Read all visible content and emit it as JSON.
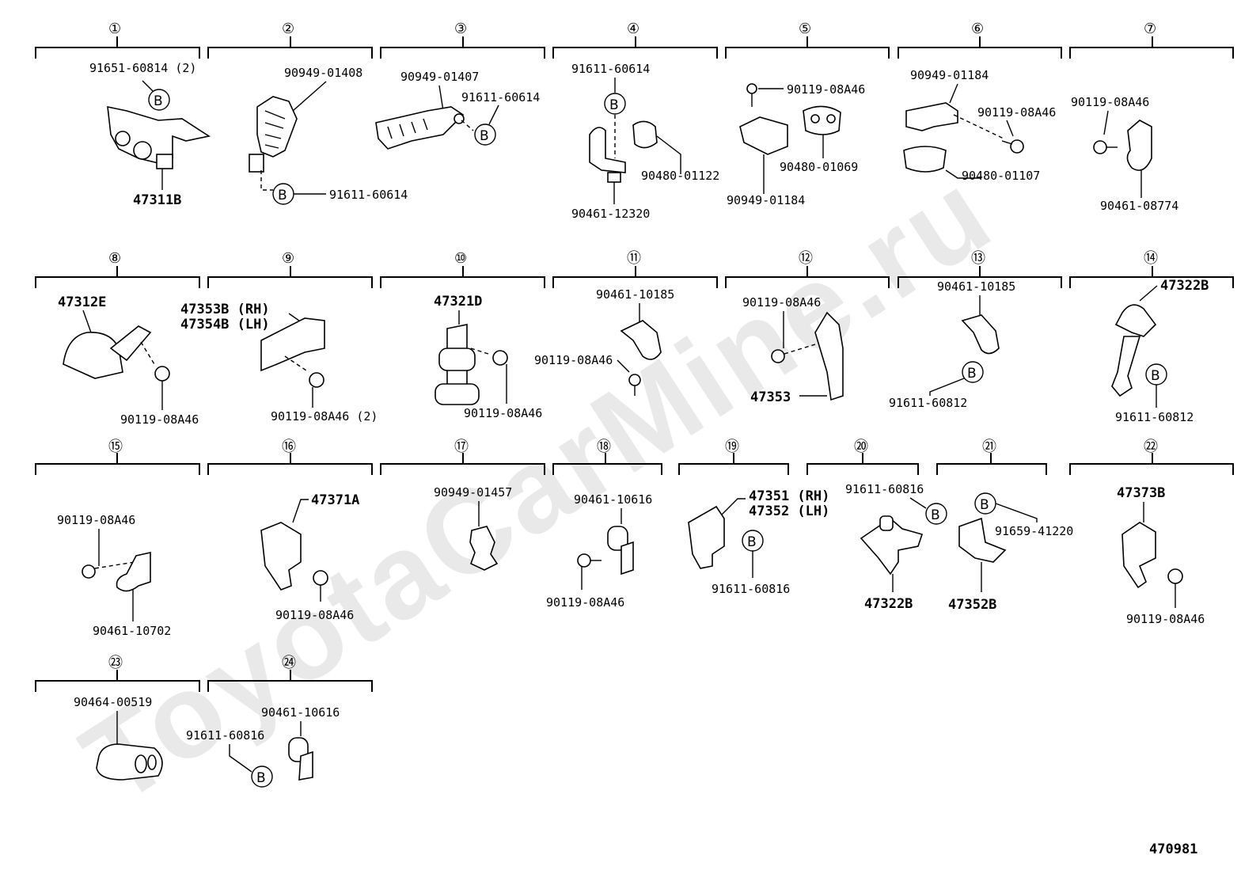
{
  "watermark": "ToyotaCarMine.ru",
  "diagram_code": "470981",
  "b_mark": "B",
  "groups": [
    {
      "num": "①",
      "labels": [
        "91651-60814 (2)",
        "47311B"
      ]
    },
    {
      "num": "②",
      "labels": [
        "90949-01408",
        "91611-60614"
      ]
    },
    {
      "num": "③",
      "labels": [
        "90949-01407",
        "91611-60614"
      ]
    },
    {
      "num": "④",
      "labels": [
        "91611-60614",
        "90480-01122",
        "90461-12320"
      ]
    },
    {
      "num": "⑤",
      "labels": [
        "90119-08A46",
        "90480-01069",
        "90949-01184"
      ]
    },
    {
      "num": "⑥",
      "labels": [
        "90949-01184",
        "90119-08A46",
        "90480-01107"
      ]
    },
    {
      "num": "⑦",
      "labels": [
        "90119-08A46",
        "90461-08774"
      ]
    },
    {
      "num": "⑧",
      "labels": [
        "47312E",
        "90119-08A46"
      ]
    },
    {
      "num": "⑨",
      "labels": [
        "47353B (RH)",
        "47354B (LH)",
        "90119-08A46 (2)"
      ]
    },
    {
      "num": "⑩",
      "labels": [
        "47321D",
        "90119-08A46"
      ]
    },
    {
      "num": "⑪",
      "labels": [
        "90461-10185",
        "90119-08A46"
      ]
    },
    {
      "num": "⑫",
      "labels": [
        "90119-08A46",
        "47353"
      ]
    },
    {
      "num": "⑬",
      "labels": [
        "90461-10185",
        "91611-60812"
      ]
    },
    {
      "num": "⑭",
      "labels": [
        "47322B",
        "91611-60812"
      ]
    },
    {
      "num": "⑮",
      "labels": [
        "90119-08A46",
        "90461-10702"
      ]
    },
    {
      "num": "⑯",
      "labels": [
        "47371A",
        "90119-08A46"
      ]
    },
    {
      "num": "⑰",
      "labels": [
        "90949-01457"
      ]
    },
    {
      "num": "⑱",
      "labels": [
        "90461-10616",
        "90119-08A46"
      ]
    },
    {
      "num": "⑲",
      "labels": [
        "47351 (RH)",
        "47352 (LH)",
        "91611-60816"
      ]
    },
    {
      "num": "⑳",
      "labels": [
        "91611-60816",
        "47322B"
      ]
    },
    {
      "num": "㉑",
      "labels": [
        "91659-41220",
        "47352B"
      ]
    },
    {
      "num": "㉒",
      "labels": [
        "47373B",
        "90119-08A46"
      ]
    },
    {
      "num": "㉓",
      "labels": [
        "90464-00519"
      ]
    },
    {
      "num": "㉔",
      "labels": [
        "90461-10616",
        "91611-60816"
      ]
    }
  ]
}
